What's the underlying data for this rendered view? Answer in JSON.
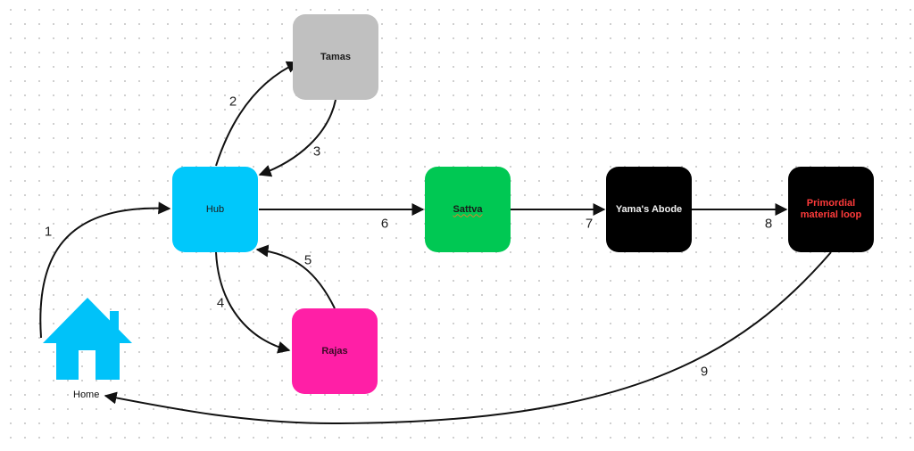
{
  "diagram": {
    "nodes": {
      "home": {
        "label": "Home",
        "icon": "house-icon",
        "color": "#00c2f9"
      },
      "hub": {
        "label": "Hub",
        "color": "#00c8fb",
        "text_color": "#1a1a1a"
      },
      "tamas": {
        "label": "Tamas",
        "color": "#c0c0c0",
        "text_color": "#1a1a1a"
      },
      "rajas": {
        "label": "Rajas",
        "color": "#ff1fa6",
        "text_color": "#3a0a26"
      },
      "sattva": {
        "label": "Sattva",
        "color": "#00c853",
        "text_color": "#1a1a1a"
      },
      "yama": {
        "label": "Yama's Abode",
        "color": "#000000",
        "text_color": "#f2f2f2"
      },
      "primordial": {
        "label": "Primordial material loop",
        "color": "#000000",
        "text_color": "#ff3b3b"
      }
    },
    "edges": [
      {
        "label": "1",
        "from": "Home",
        "to": "Hub"
      },
      {
        "label": "2",
        "from": "Hub",
        "to": "Tamas"
      },
      {
        "label": "3",
        "from": "Tamas",
        "to": "Hub"
      },
      {
        "label": "4",
        "from": "Hub",
        "to": "Rajas"
      },
      {
        "label": "5",
        "from": "Rajas",
        "to": "Hub"
      },
      {
        "label": "6",
        "from": "Hub",
        "to": "Sattva"
      },
      {
        "label": "7",
        "from": "Sattva",
        "to": "Yama's Abode"
      },
      {
        "label": "8",
        "from": "Yama's Abode",
        "to": "Primordial material loop"
      },
      {
        "label": "9",
        "from": "Primordial material loop",
        "to": "Home"
      }
    ]
  }
}
